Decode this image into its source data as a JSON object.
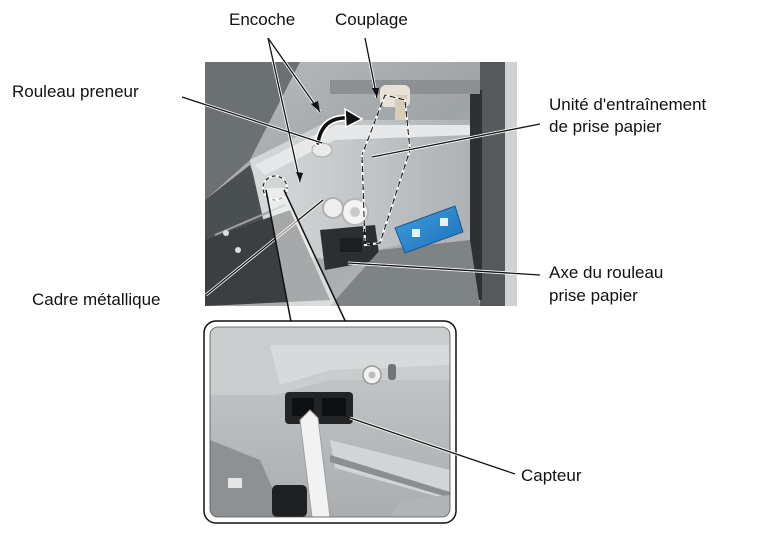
{
  "labels": {
    "encoche": "Encoche",
    "couplage": "Couplage",
    "rouleau_preneur": "Rouleau preneur",
    "unite_line1": "Unité d'entraînement",
    "unite_line2": "de prise papier",
    "cadre": "Cadre métallique",
    "axe_line1": "Axe du rouleau",
    "axe_line2": "prise papier",
    "capteur": "Capteur"
  }
}
